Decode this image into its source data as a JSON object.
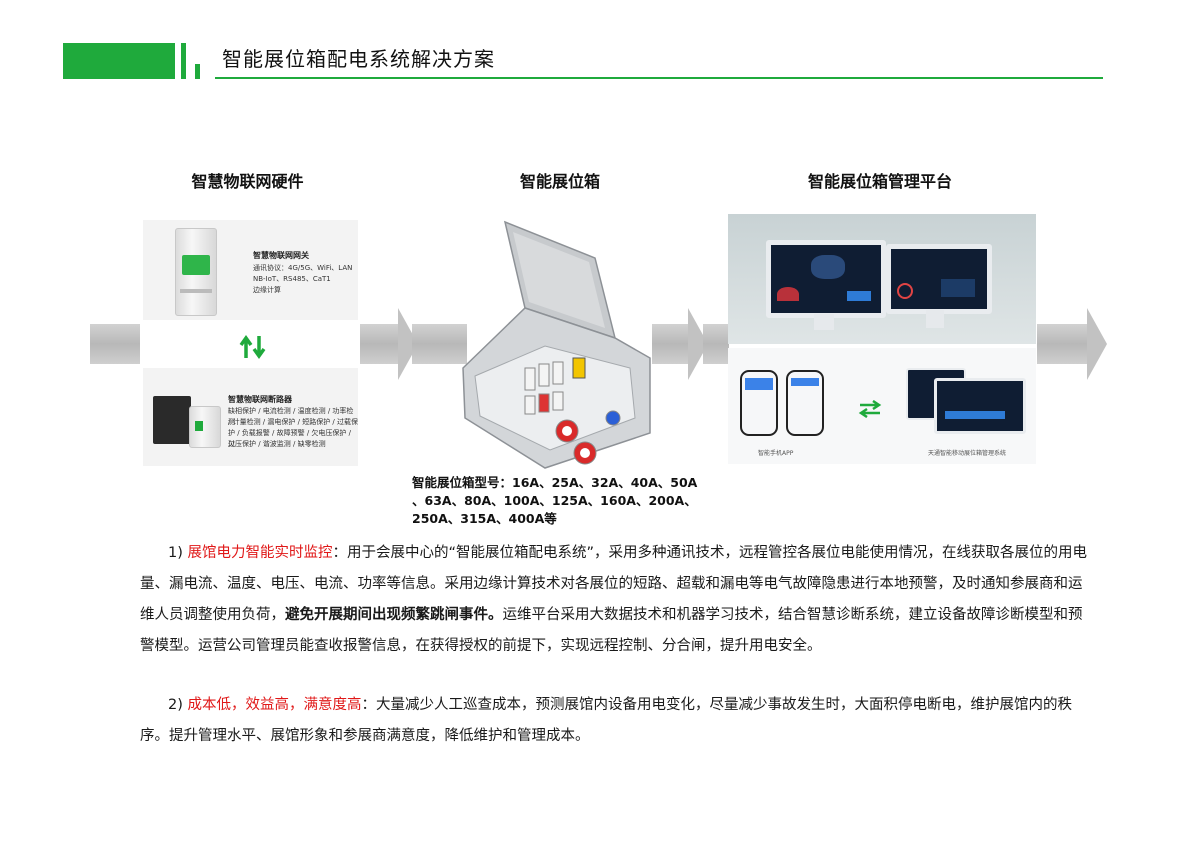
{
  "header": {
    "title": "智能展位箱配电系统解决方案"
  },
  "columns": {
    "hardware": "智慧物联网硬件",
    "box": "智能展位箱",
    "platform": "智能展位箱管理平台"
  },
  "gateway": {
    "title": "智慧物联网网关",
    "line1": "通讯协议：4G/5G、WiFi、LAN",
    "line2": "NB-IoT、RS485、CaT1",
    "line3": "边缘计算"
  },
  "breaker": {
    "title": "智慧物联网断路器",
    "line1": "缺相保护 / 电流检测 / 温度检测 / 功率检测",
    "line2": "/ 计量检测 / 漏电保护 / 短路保护 / 过载保",
    "line3": "护 / 负载报警 / 故障预警 / 欠电压保护 / 过",
    "line4": "欠压保护 / 谐波监测 / 缺零检测"
  },
  "box": {
    "model_line1": "智能展位箱型号：16A、25A、32A、40A、50A",
    "model_line2": "、63A、80A、100A、125A、160A、200A、",
    "model_line3": "250A、315A、400A等"
  },
  "platform": {
    "app_label": "智能手机APP",
    "system_label": "天通智能移动展位箱管理系统"
  },
  "paragraphs": {
    "p1_prefix": "1) ",
    "p1_highlight": "展馆电力智能实时监控",
    "p1_text1": "：用于会展中心的“智能展位箱配电系统”，采用多种通讯技术，远程管控各展位电能使用情况，在线获取各展位的用电量、漏电流、温度、电压、电流、功率等信息。采用边缘计算技术对各展位的短路、超载和漏电等电气故障隐患进行本地预警，及时通知参展商和运维人员调整使用负荷，",
    "p1_bold": "避免开展期间出现频繁跳闸事件。",
    "p1_text2": "运维平台采用大数据技术和机器学习技术，结合智慧诊断系统，建立设备故障诊断模型和预警模型。运营公司管理员能查收报警信息，在获得授权的前提下，实现远程控制、分合闸，提升用电安全。",
    "p2_prefix": "2) ",
    "p2_highlight": "成本低，效益高，满意度高",
    "p2_text": "：大量减少人工巡查成本，预测展馆内设备用电变化，尽量减少事故发生时，大面积停电断电，维护展馆内的秩序。提升管理水平、展馆形象和参展商满意度，降低维护和管理成本。"
  },
  "colors": {
    "accent": "#1faa3c",
    "highlight": "#e01818"
  }
}
